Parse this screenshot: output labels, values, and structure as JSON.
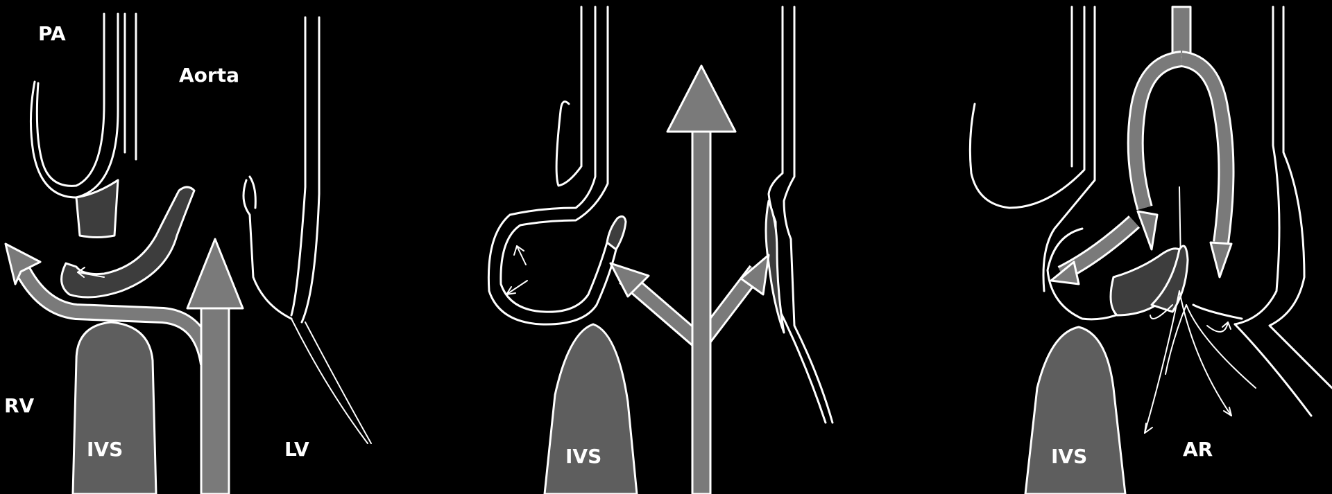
{
  "panels": [
    {
      "id": "left",
      "labels": {
        "pa": "PA",
        "aorta": "Aorta",
        "rv": "RV",
        "ivs": "IVS",
        "lv": "LV"
      }
    },
    {
      "id": "middle",
      "labels": {
        "ivs": "IVS"
      }
    },
    {
      "id": "right",
      "labels": {
        "ivs": "IVS",
        "ar": "AR"
      }
    }
  ],
  "colors": {
    "background": "#000000",
    "outline": "#ffffff",
    "flow_arrow": "#7a7a7a",
    "septum": "#5e5e5e",
    "tissue": "#3d3d3d"
  }
}
